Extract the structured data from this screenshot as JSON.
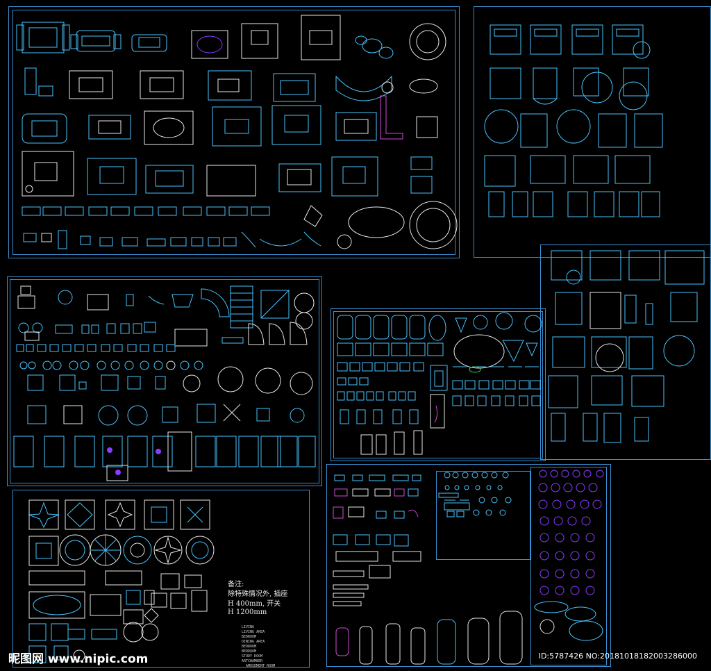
{
  "watermark": {
    "logo_text": "昵图网 www.nipic.com",
    "id_text": "ID:5787426 NO:20181018182003286000"
  },
  "remarks": {
    "title": "备注:",
    "line1": "除特殊情况外, 插座",
    "line2": "H 400mm, 开关",
    "line3": "H 1200mm"
  },
  "room_labels": {
    "living": "LIVING",
    "living_area": "LIVING AREA",
    "bedroom": "BEDROOM",
    "dining_area": "DINING AREA",
    "bedroom2": "BEDROOM",
    "bedroom3": "BEDROOM",
    "study_room": "STUDY ROOM",
    "artchamber": "ARTCHAMBER",
    "amusement_room": "AMUSEMENT ROOM"
  },
  "colors": {
    "line": "#3a8fd0",
    "bright": "#49c4ff",
    "white": "#e8e8e8",
    "magenta": "#d24bd8",
    "purple": "#8a3cff",
    "green": "#3ad15a"
  },
  "icons": [
    "sofa-set-icon",
    "double-bed-icon",
    "dining-table-icon",
    "piano-icon",
    "stair-icon",
    "bathtub-icon",
    "toilet-icon",
    "floor-tile-pattern-icon",
    "plant-icon",
    "car-icon",
    "chair-icon"
  ]
}
